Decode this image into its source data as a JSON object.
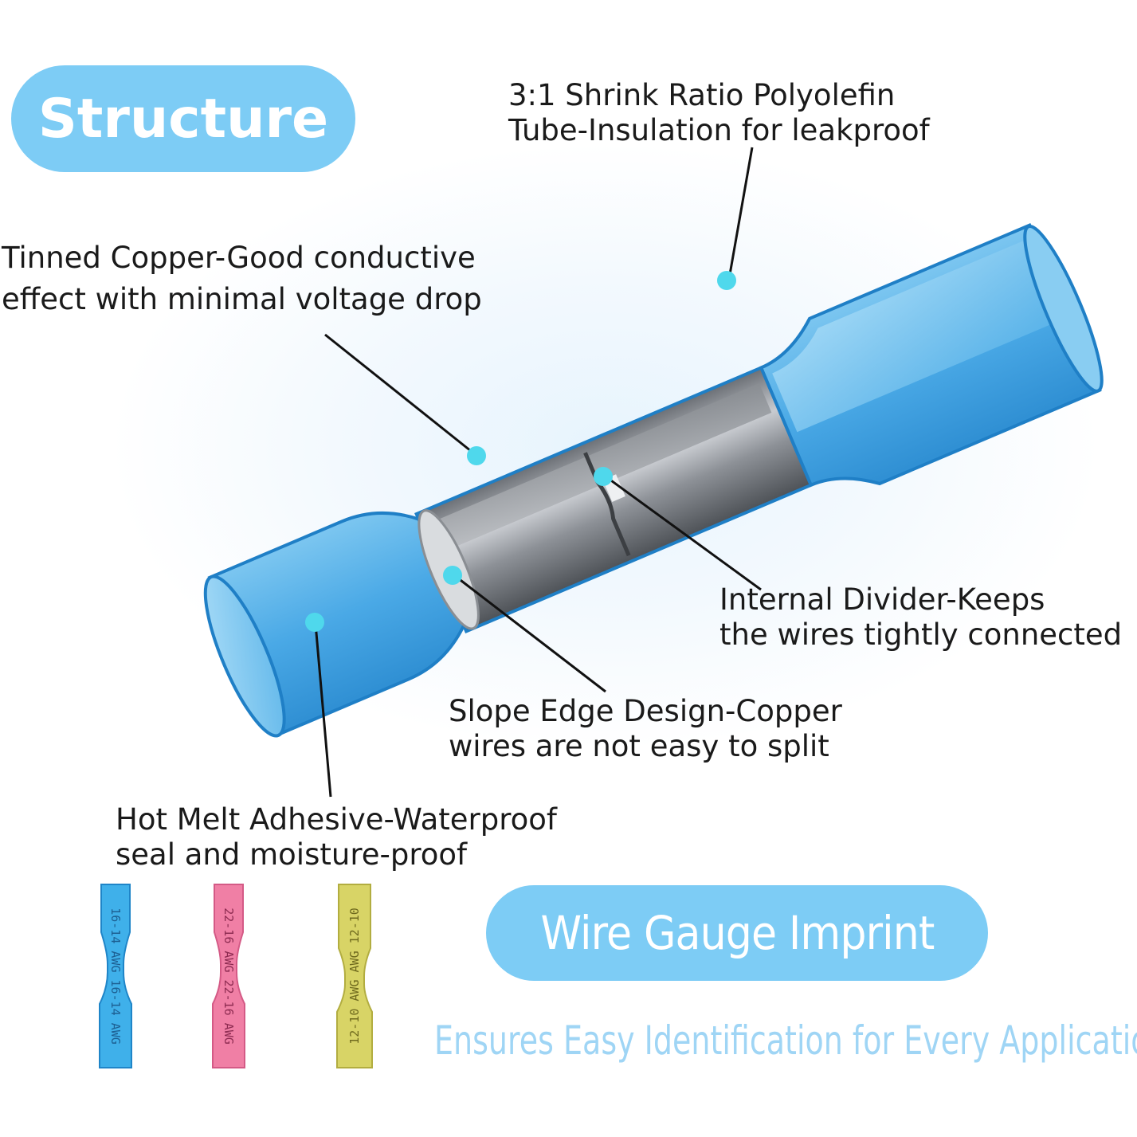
{
  "header": {
    "title": "Structure"
  },
  "labels": {
    "shrink_ratio": [
      "3:1 Shrink Ratio Polyolefin",
      "Tube-Insulation for leakproof"
    ],
    "tinned_copper": [
      "Tinned Copper-Good conductive",
      "effect with minimal voltage drop"
    ],
    "internal_divider": [
      "Internal Divider-Keeps",
      "the wires tightly connected"
    ],
    "slope_edge": [
      "Slope Edge Design-Copper",
      "wires are not easy to split"
    ],
    "hot_melt": [
      "Hot Melt Adhesive-Waterproof",
      "seal and moisture-proof"
    ]
  },
  "gauge": {
    "title": "Wire Gauge Imprint",
    "tagline": "Ensures Easy Identification for Every Application",
    "connectors": [
      {
        "color": "blue",
        "imprint_top": "16-14",
        "imprint_mid": "AWG",
        "imprint_bottom": "16-14 AWG"
      },
      {
        "color": "red",
        "imprint_top": "22-16",
        "imprint_mid": "AWG",
        "imprint_bottom": "22-16 AWG"
      },
      {
        "color": "yellow",
        "imprint_top": "AWG 12-10",
        "imprint_mid": "",
        "imprint_bottom": "12-10 AWG"
      }
    ]
  },
  "colors": {
    "accent": "#7dccf5",
    "tube_blue": "#3fa6e3",
    "marker_dot": "#4fd8ec",
    "tagline": "#9fd5f5"
  }
}
